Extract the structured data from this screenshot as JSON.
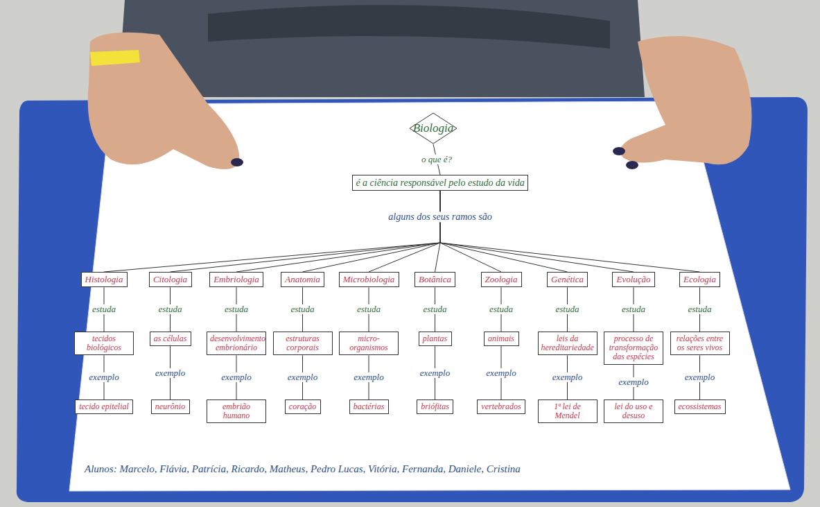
{
  "diagram": {
    "nodes": [
      {
        "text": [
          "Biologia"
        ]
      },
      {
        "text": [
          "é a ciência responsável pelo estudo da vida"
        ]
      },
      {
        "text": [
          "Histologia"
        ]
      },
      {
        "text": [
          "Citologia"
        ]
      },
      {
        "text": [
          "Embriologia"
        ]
      },
      {
        "text": [
          "Anatomia"
        ]
      },
      {
        "text": [
          "Microbiologia"
        ]
      },
      {
        "text": [
          "Botânica"
        ]
      },
      {
        "text": [
          "Zoologia"
        ]
      },
      {
        "text": [
          "Genética"
        ]
      },
      {
        "text": [
          "Evolução"
        ]
      },
      {
        "text": [
          "Ecologia"
        ]
      },
      {
        "text": [
          "tecidos biológicos"
        ]
      },
      {
        "text": [
          "as células"
        ]
      },
      {
        "text": [
          "desenvolvimento embrionário"
        ]
      },
      {
        "text": [
          "estruturas corporais"
        ]
      },
      {
        "text": [
          "micro-organismos"
        ]
      },
      {
        "text": [
          "plantas"
        ]
      },
      {
        "text": [
          "animais"
        ]
      },
      {
        "text": [
          "leis da hereditariedade"
        ]
      },
      {
        "text": [
          "processo de transformação das espécies"
        ]
      },
      {
        "text": [
          "relações entre os seres vivos"
        ]
      },
      {
        "text": [
          "tecido epitelial"
        ]
      },
      {
        "text": [
          "neurônio"
        ]
      },
      {
        "text": [
          "embrião humano"
        ]
      },
      {
        "text": [
          "coração"
        ]
      },
      {
        "text": [
          "bactérias"
        ]
      },
      {
        "text": [
          "briófitas"
        ]
      },
      {
        "text": [
          "vertebrados"
        ]
      },
      {
        "text": [
          "1ª lei de Mendel"
        ]
      },
      {
        "text": [
          "lei do uso e desuso"
        ]
      },
      {
        "text": [
          "ecossistemas"
        ]
      }
    ],
    "edges": [
      {
        "from": 0,
        "to": 1,
        "arrow": "none",
        "label": "o que é?"
      },
      {
        "from": 1,
        "to": 2,
        "arrow": "none",
        "label": "alguns dos seus ramos são"
      },
      {
        "from": 1,
        "to": 3,
        "arrow": "none"
      },
      {
        "from": 1,
        "to": 4,
        "arrow": "none"
      },
      {
        "from": 1,
        "to": 5,
        "arrow": "none"
      },
      {
        "from": 1,
        "to": 6,
        "arrow": "none"
      },
      {
        "from": 1,
        "to": 7,
        "arrow": "none"
      },
      {
        "from": 1,
        "to": 8,
        "arrow": "none"
      },
      {
        "from": 1,
        "to": 9,
        "arrow": "none"
      },
      {
        "from": 1,
        "to": 10,
        "arrow": "none"
      },
      {
        "from": 1,
        "to": 11,
        "arrow": "none"
      },
      {
        "from": 2,
        "to": 12,
        "arrow": "none",
        "label": "estuda"
      },
      {
        "from": 3,
        "to": 13,
        "arrow": "none",
        "label": "estuda"
      },
      {
        "from": 4,
        "to": 14,
        "arrow": "none",
        "label": "estuda"
      },
      {
        "from": 5,
        "to": 15,
        "arrow": "none",
        "label": "estuda"
      },
      {
        "from": 6,
        "to": 16,
        "arrow": "none",
        "label": "estuda"
      },
      {
        "from": 7,
        "to": 17,
        "arrow": "none",
        "label": "estuda"
      },
      {
        "from": 8,
        "to": 18,
        "arrow": "none",
        "label": "estuda"
      },
      {
        "from": 9,
        "to": 19,
        "arrow": "none",
        "label": "estuda"
      },
      {
        "from": 10,
        "to": 20,
        "arrow": "none",
        "label": "estuda"
      },
      {
        "from": 11,
        "to": 21,
        "arrow": "none",
        "label": "estuda"
      },
      {
        "from": 12,
        "to": 22,
        "arrow": "none",
        "label": "exemplo"
      },
      {
        "from": 13,
        "to": 23,
        "arrow": "none",
        "label": "exemplo"
      },
      {
        "from": 14,
        "to": 24,
        "arrow": "none",
        "label": "exemplo"
      },
      {
        "from": 15,
        "to": 25,
        "arrow": "none",
        "label": "exemplo"
      },
      {
        "from": 16,
        "to": 26,
        "arrow": "none",
        "label": "exemplo"
      },
      {
        "from": 17,
        "to": 27,
        "arrow": "none",
        "label": "exemplo"
      },
      {
        "from": 18,
        "to": 28,
        "arrow": "none",
        "label": "exemplo"
      },
      {
        "from": 19,
        "to": 29,
        "arrow": "none",
        "label": "exemplo"
      },
      {
        "from": 20,
        "to": 30,
        "arrow": "none",
        "label": "exemplo"
      },
      {
        "from": 21,
        "to": 31,
        "arrow": "none",
        "label": "exemplo"
      }
    ],
    "labels": [
      "Alunos: Marcelo, Flávia, Patrícia, Ricardo, Matheus, Pedro Lucas, Vitória, Fernanda, Daniele, Cristina"
    ]
  }
}
